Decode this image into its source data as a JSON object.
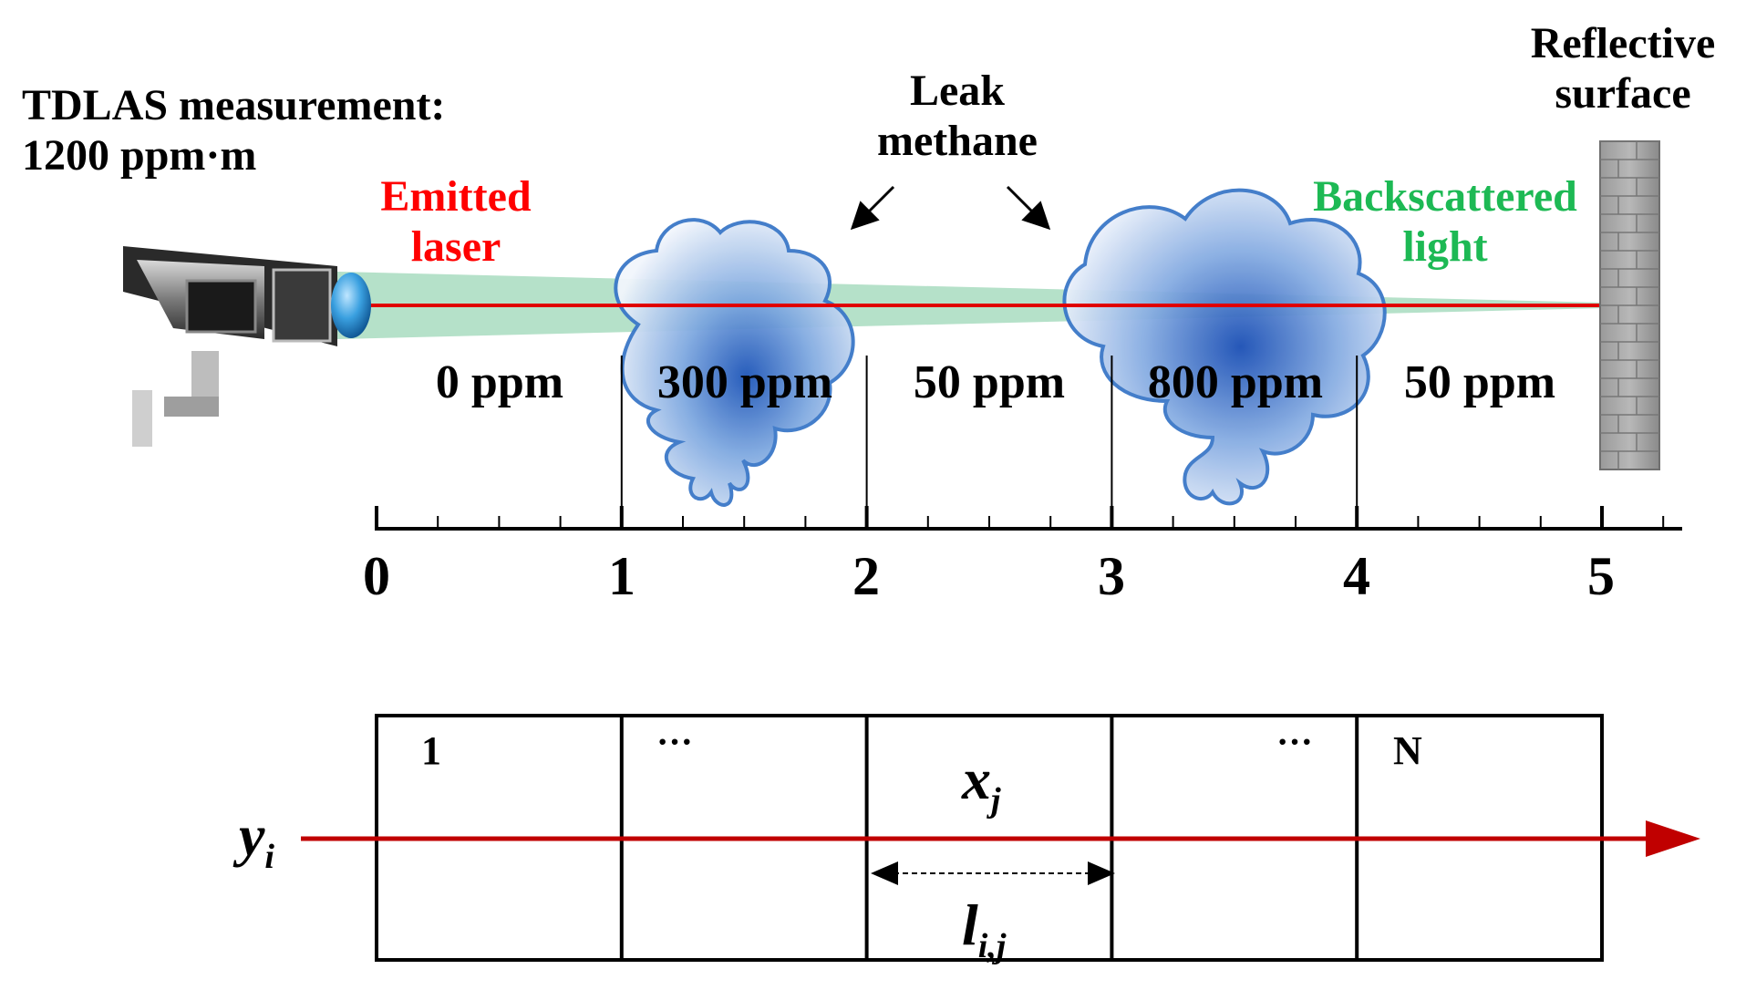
{
  "measurement": {
    "line1": "TDLAS measurement:",
    "line2": "1200 ppm·m"
  },
  "reflective": {
    "line1": "Reflective",
    "line2": "surface"
  },
  "leak": {
    "line1": "Leak",
    "line2": "methane"
  },
  "emitted": {
    "line1": "Emitted",
    "line2": "laser"
  },
  "backscattered": {
    "line1": "Backscattered",
    "line2": "light"
  },
  "segments": [
    {
      "label": "0 ppm"
    },
    {
      "label": "300 ppm"
    },
    {
      "label": "50 ppm"
    },
    {
      "label": "800 ppm"
    },
    {
      "label": "50 ppm"
    }
  ],
  "axis_ticks": [
    "0",
    "1",
    "2",
    "3",
    "4",
    "5"
  ],
  "grid": {
    "first_cell": "1",
    "ellipsis_left": "···",
    "ellipsis_right": "···",
    "last_cell": "N",
    "cell_var": "x",
    "cell_var_sub": "j",
    "ray_var": "y",
    "ray_var_sub": "i",
    "length_var": "l",
    "length_var_sub": "i,j"
  },
  "colors": {
    "laser": "#e00000",
    "beam": "#a8dcc0",
    "cloud_edge": "#3a78c8",
    "cloud_fill": "#2a62c0",
    "backscattered_text": "#1db954",
    "emitted_text": "#ff0000",
    "ray_arrow": "#c00000"
  },
  "icons": [
    "tdlas-camera-icon",
    "brick-wall-icon",
    "methane-cloud-icon"
  ]
}
